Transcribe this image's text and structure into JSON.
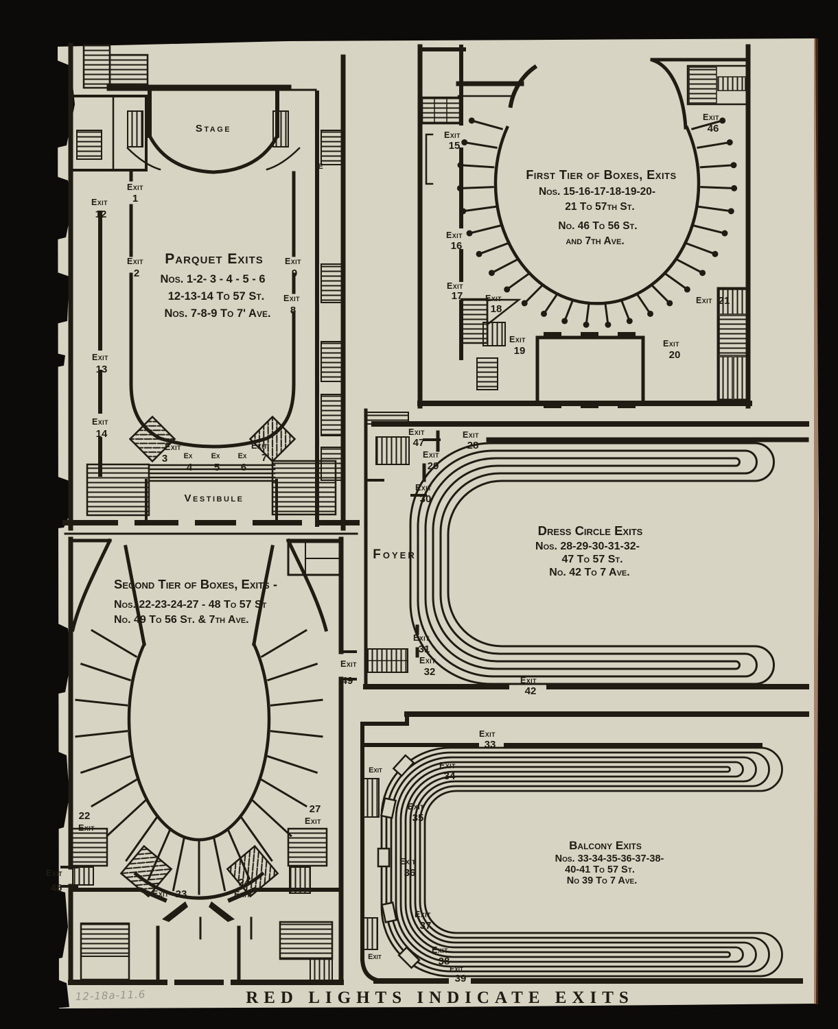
{
  "page": {
    "footer_caption": "RED LIGHTS INDICATE EXITS",
    "handwritten_note": "12-18a-11.6",
    "colors": {
      "paper": "#d8d4c3",
      "ink": "#201b13",
      "backdrop": "#0c0b09",
      "pencil": "#97948a",
      "page_edge": "#77401f"
    }
  },
  "parquet": {
    "stage_label": "Stage",
    "vestibule_label": "Vestibule",
    "wall_letter": "E",
    "title": "Parquet Exits",
    "lines": [
      "Nos. 1-2- 3 - 4 - 5 - 6",
      "12-13-14 To 57 St.",
      "Nos. 7-8-9  To 7' Ave."
    ],
    "exits": [
      {
        "w": "Exit",
        "n": "1"
      },
      {
        "w": "Exit",
        "n": "12"
      },
      {
        "w": "Exit",
        "n": "2"
      },
      {
        "w": "Exit",
        "n": "9"
      },
      {
        "w": "Exit",
        "n": "8"
      },
      {
        "w": "Exit",
        "n": "13"
      },
      {
        "w": "Exit",
        "n": "14"
      },
      {
        "w": "Exit",
        "n": "3"
      },
      {
        "w": "Ex",
        "n": "4"
      },
      {
        "w": "Ex",
        "n": "5"
      },
      {
        "w": "Ex",
        "n": "6"
      },
      {
        "w": "Exit",
        "n": "7"
      }
    ]
  },
  "first_tier": {
    "title": "First Tier of Boxes, Exits",
    "lines": [
      "Nos. 15-16-17-18-19-20-",
      "21 To 57th St.",
      "No.  46 To 56 St.",
      "and 7th Ave."
    ],
    "exits": [
      {
        "w": "Exit",
        "n": "15"
      },
      {
        "w": "Exit",
        "n": "16"
      },
      {
        "w": "Exit",
        "n": "17"
      },
      {
        "w": "Exit",
        "n": "18"
      },
      {
        "w": "Exit",
        "n": "19"
      },
      {
        "w": "Exit",
        "n": "20"
      },
      {
        "w": "Exit",
        "n": "21"
      },
      {
        "w": "Exit",
        "n": "46"
      }
    ]
  },
  "dress_circle": {
    "foyer_label": "Foyer",
    "title": "Dress Circle Exits",
    "lines": [
      "Nos. 28-29-30-31-32-",
      "47 To 57 St.",
      "No. 42 To 7 Ave."
    ],
    "exits": [
      {
        "w": "Exit",
        "n": "47"
      },
      {
        "w": "Exit",
        "n": "28"
      },
      {
        "w": "Exit",
        "n": "29"
      },
      {
        "w": "Exit",
        "n": "30"
      },
      {
        "w": "Exit",
        "n": "31"
      },
      {
        "w": "Exit",
        "n": "32"
      },
      {
        "w": "Exit",
        "n": "42"
      }
    ]
  },
  "second_tier": {
    "title": "Second Tier of Boxes, Exits -",
    "lines": [
      "Nos. 22-23-24-27 - 48 To 57 St",
      "No.  49 To 56 St. & 7th Ave."
    ],
    "exits": [
      {
        "w": "Exit",
        "n": "49"
      },
      {
        "w": "Exit",
        "n": "22"
      },
      {
        "w": "Exit",
        "n": "48"
      },
      {
        "w": "Exit",
        "n": "23"
      },
      {
        "w": "Exit",
        "n": "24"
      },
      {
        "w": "Exit",
        "n": "27"
      }
    ]
  },
  "balcony": {
    "title": "Balcony Exits",
    "lines": [
      "Nos. 33-34-35-36-37-38-",
      "40-41 To 57 St.",
      "No 39 To 7 Ave."
    ],
    "exits": [
      {
        "w": "Exit",
        "n": "33"
      },
      {
        "w": "Exit",
        "n": "34"
      },
      {
        "w": "Exit",
        "n": "35"
      },
      {
        "w": "Exit",
        "n": "36"
      },
      {
        "w": "Exit",
        "n": "37"
      },
      {
        "w": "Exit",
        "n": "38"
      },
      {
        "w": "Exit",
        "n": "39"
      },
      {
        "w": "Exit",
        "n": ""
      },
      {
        "w": "Exit",
        "n": ""
      }
    ]
  }
}
